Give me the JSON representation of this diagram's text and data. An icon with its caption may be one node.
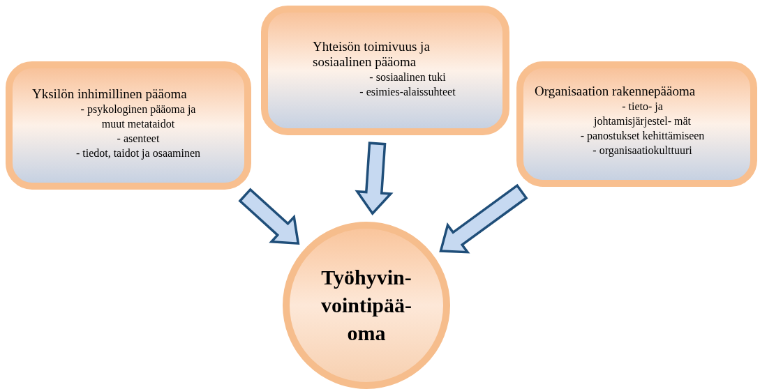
{
  "diagram": {
    "nodes": [
      {
        "text": [
          "Yksilön inhimillinen pääoma",
          "- psykologinen pääoma ja muut metataidot",
          "- asenteet",
          "- tiedot, taidot ja osaaminen"
        ]
      },
      {
        "text": [
          "Yhteisön toimivuus ja sosiaalinen pääoma",
          "- sosiaalinen tuki",
          "- esimies-alaissuhteet"
        ]
      },
      {
        "text": [
          "Organisaation rakennepääoma",
          "- tieto- ja johtamisjärjestel- mät",
          "- panostukset kehittämiseen",
          "- organisaatiokulttuuri"
        ]
      },
      {
        "text": [
          "Työhyvin- vointipää- oma"
        ]
      }
    ],
    "edges": [
      {
        "from": 0,
        "to": 3,
        "arrow": "to"
      },
      {
        "from": 1,
        "to": 3,
        "arrow": "to"
      },
      {
        "from": 2,
        "to": 3,
        "arrow": "to"
      }
    ]
  }
}
